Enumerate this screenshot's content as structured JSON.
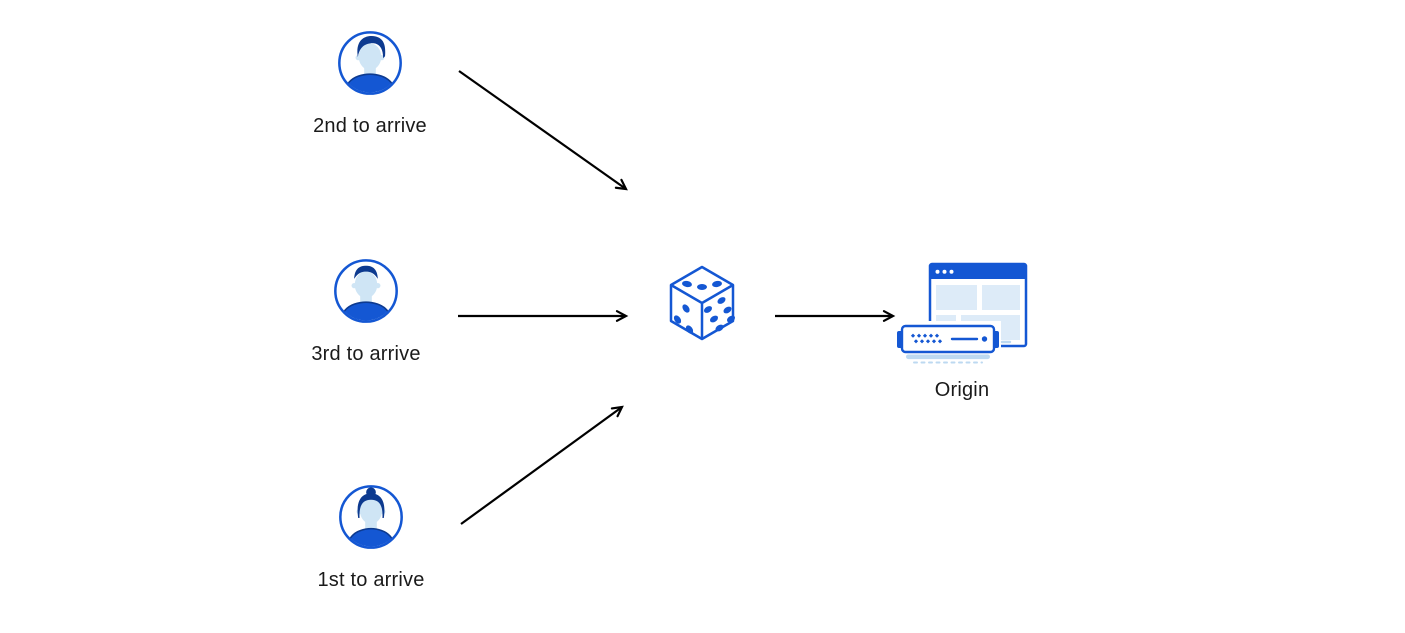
{
  "diagram": {
    "background": "#ffffff",
    "colors": {
      "primary_blue": "#1457d3",
      "dark_navy": "#0d3a8f",
      "face_light": "#cfe5f5",
      "panel_light": "#ddebf8",
      "base_light": "#bdd9f1",
      "arrow_black": "#000000",
      "text_color": "#1a1a1a",
      "background": "#ffffff"
    },
    "clients": [
      {
        "label": "2nd to arrive",
        "avatar": "man-swept-hair-avatar-icon"
      },
      {
        "label": "3rd to arrive",
        "avatar": "man-short-hair-avatar-icon"
      },
      {
        "label": "1st to arrive",
        "avatar": "woman-bun-avatar-icon"
      }
    ],
    "load_balancer": {
      "icon": "dice-icon"
    },
    "origin": {
      "label": "Origin",
      "icon": "origin-server-icon"
    },
    "connections": [
      {
        "from": "client-2nd-to-arrive",
        "to": "dice"
      },
      {
        "from": "client-3rd-to-arrive",
        "to": "dice"
      },
      {
        "from": "client-1st-to-arrive",
        "to": "dice"
      },
      {
        "from": "dice",
        "to": "origin"
      }
    ]
  }
}
